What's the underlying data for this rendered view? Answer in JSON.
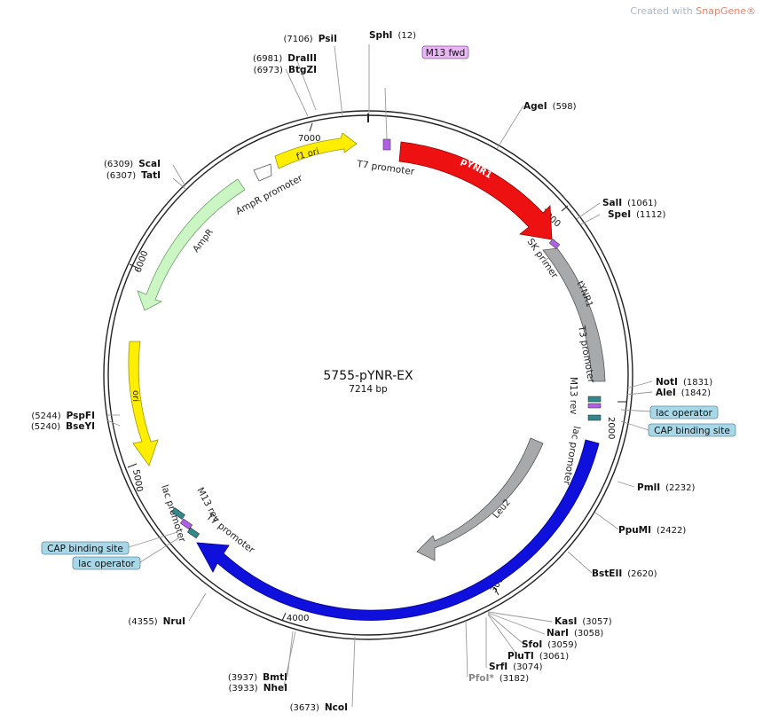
{
  "watermark": {
    "prefix": "Created with ",
    "brand": "SnapGene®"
  },
  "plasmid": {
    "name": "5755-pYNR-EX",
    "size_label": "7214 bp"
  },
  "scale_ticks": [
    "1000",
    "2000",
    "3000",
    "4000",
    "5000",
    "6000",
    "7000"
  ],
  "restriction_sites": [
    {
      "name": "SphI",
      "pos": "(12)"
    },
    {
      "name": "PsiI",
      "pos": "(7106)"
    },
    {
      "name": "DraIII",
      "pos": "(6981)"
    },
    {
      "name": "BtgZI",
      "pos": "(6973)"
    },
    {
      "name": "AgeI",
      "pos": "(598)"
    },
    {
      "name": "ScaI",
      "pos": "(6309)"
    },
    {
      "name": "TatI",
      "pos": "(6307)"
    },
    {
      "name": "SalI",
      "pos": "(1061)"
    },
    {
      "name": "SpeI",
      "pos": "(1112)"
    },
    {
      "name": "NotI",
      "pos": "(1831)"
    },
    {
      "name": "AleI",
      "pos": "(1842)"
    },
    {
      "name": "PspFI",
      "pos": "(5244)"
    },
    {
      "name": "BseYI",
      "pos": "(5240)"
    },
    {
      "name": "PmlI",
      "pos": "(2232)"
    },
    {
      "name": "PpuMI",
      "pos": "(2422)"
    },
    {
      "name": "BstEII",
      "pos": "(2620)"
    },
    {
      "name": "NruI",
      "pos": "(4355)"
    },
    {
      "name": "KasI",
      "pos": "(3057)"
    },
    {
      "name": "NarI",
      "pos": "(3058)"
    },
    {
      "name": "SfoI",
      "pos": "(3059)"
    },
    {
      "name": "PluTI",
      "pos": "(3061)"
    },
    {
      "name": "SrfI",
      "pos": "(3074)"
    },
    {
      "name": "PfoI*",
      "pos": "(3182)"
    },
    {
      "name": "BmtI",
      "pos": "(3937)"
    },
    {
      "name": "NheI",
      "pos": "(3933)"
    },
    {
      "name": "NcoI",
      "pos": "(3673)"
    }
  ],
  "boxed_features": [
    "M13 fwd",
    "lac operator",
    "CAP binding site",
    "CAP binding site",
    "lac operator"
  ],
  "features": {
    "pYNR1": "pYNR1",
    "tYNR1": "tYNR1",
    "Leu2": "Leu2",
    "HpLEU2": "HpLEU2",
    "ori": "ori",
    "AmpR": "AmpR",
    "AmpR_promoter": "AmpR promoter",
    "f1_ori": "f1 ori",
    "T7_promoter_top": "T7 promoter",
    "SK_primer": "SK primer",
    "T3_promoter": "T3 promoter",
    "M13_rev_right": "M13 rev",
    "lac_promoter_right": "lac promoter",
    "lac_promoter_left": "lac promoter",
    "M13_rev_left": "M13 rev",
    "T7_promoter_left": "T7 promoter"
  },
  "colors": {
    "pYNR1": "#ee1111",
    "tYNR1": "#a7a9ab",
    "Leu2": "#a7a9ab",
    "HpLEU2": "#1010dd",
    "ori": "#ffee00",
    "AmpR": "#ccf5c4",
    "f1_ori": "#ffee00",
    "box_blue": "#a8d8e8",
    "box_purple": "#e7b7f2"
  }
}
